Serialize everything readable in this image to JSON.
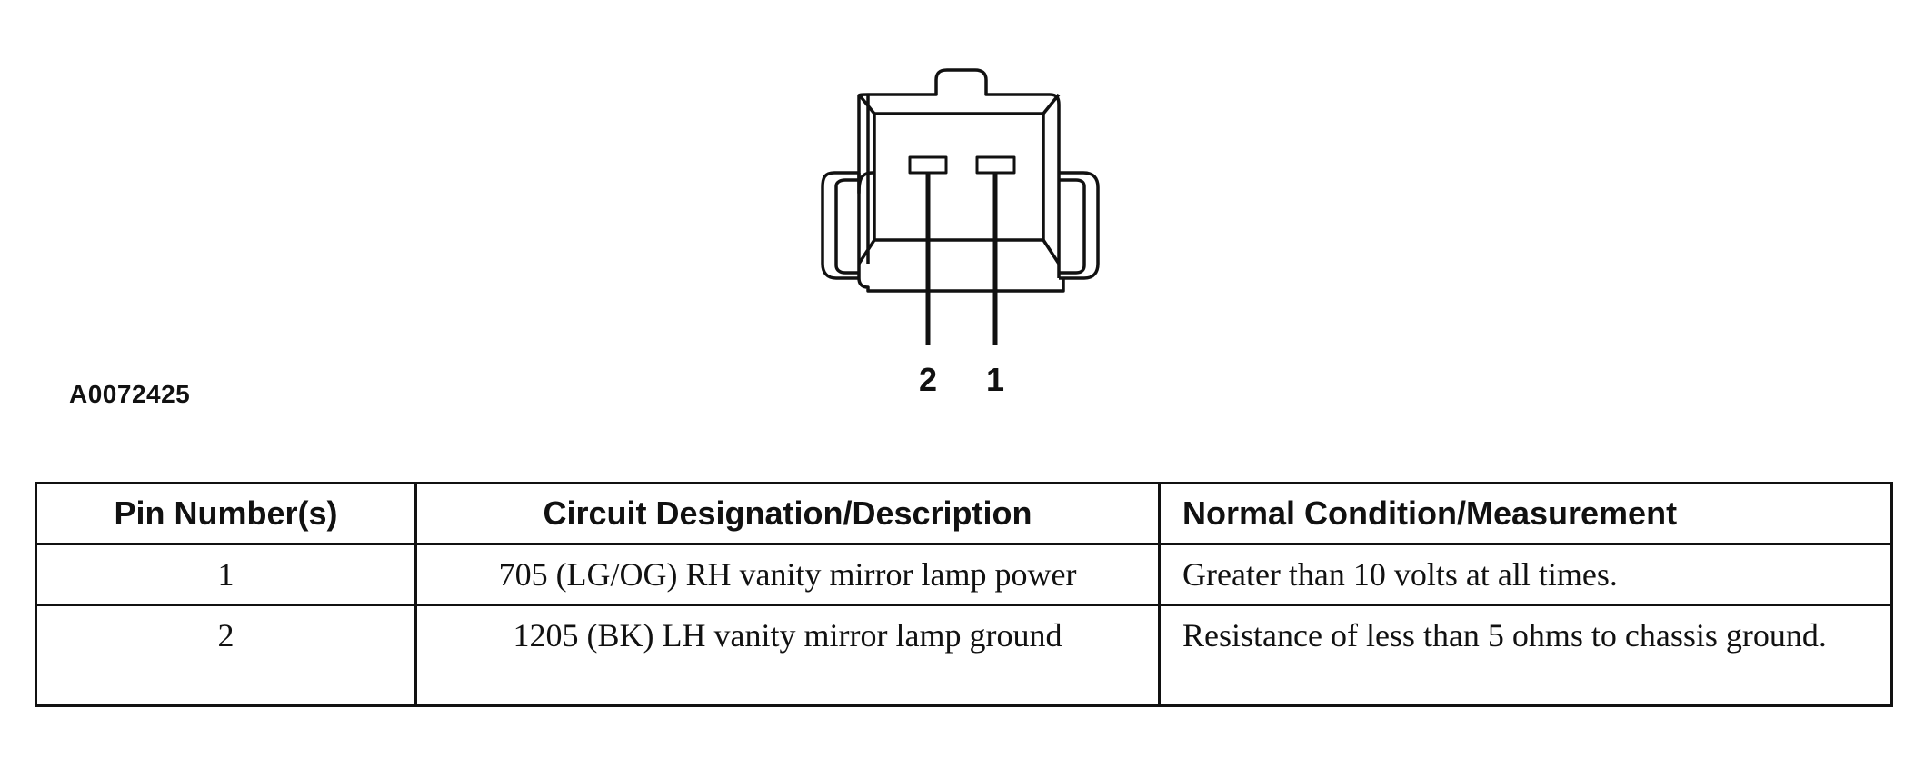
{
  "figure_id": "A0072425",
  "connector": {
    "pin_labels": [
      "2",
      "1"
    ]
  },
  "table": {
    "headers": [
      "Pin Number(s)",
      "Circuit Designation/Description",
      "Normal Condition/Measurement"
    ],
    "rows": [
      {
        "pin": "1",
        "circuit": "705 (LG/OG) RH vanity mirror lamp power",
        "condition": "Greater than 10 volts at all times."
      },
      {
        "pin": "2",
        "circuit": "1205 (BK) LH vanity mirror lamp ground",
        "condition": "Resistance of less than 5 ohms to chassis ground."
      }
    ]
  }
}
